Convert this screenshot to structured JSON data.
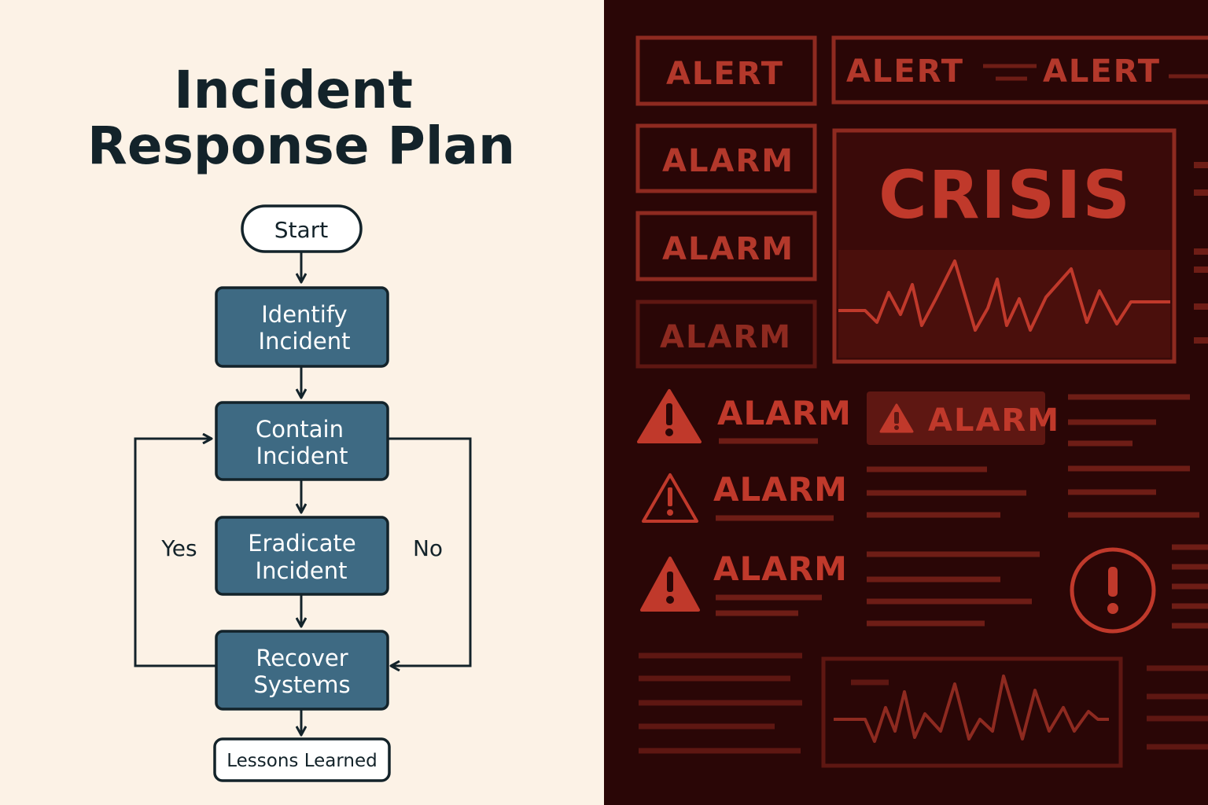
{
  "colors": {
    "left_background": "#fcf2e6",
    "right_background": "#2a0606",
    "process_fill": "#3e6a83",
    "line_color": "#13232a",
    "alert_red": "#c0392b",
    "alert_red_dim": "#8e2a20"
  },
  "title": {
    "line1": "Incident",
    "line2": "Response Plan"
  },
  "flowchart": {
    "start": "Start",
    "steps": [
      {
        "line1": "Identify",
        "line2": "Incident"
      },
      {
        "line1": "Contain",
        "line2": "Incident"
      },
      {
        "line1": "Eradicate",
        "line2": "Incident"
      },
      {
        "line1": "Recover",
        "line2": "Systems"
      }
    ],
    "end": "Lessons Learned",
    "branch_yes": "Yes",
    "branch_no": "No"
  },
  "dashboard": {
    "alerts_top": [
      "ALERT",
      "ALERT",
      "ALERT"
    ],
    "alarm_boxes": [
      "ALARM",
      "ALARM",
      "ALARM"
    ],
    "crisis_label": "CRISIS",
    "warning_rows": [
      "ALARM",
      "ALARM",
      "ALARM"
    ],
    "badge_label": "ALARM",
    "icons": [
      "warning-triangle-icon",
      "exclamation-circle-icon"
    ]
  }
}
